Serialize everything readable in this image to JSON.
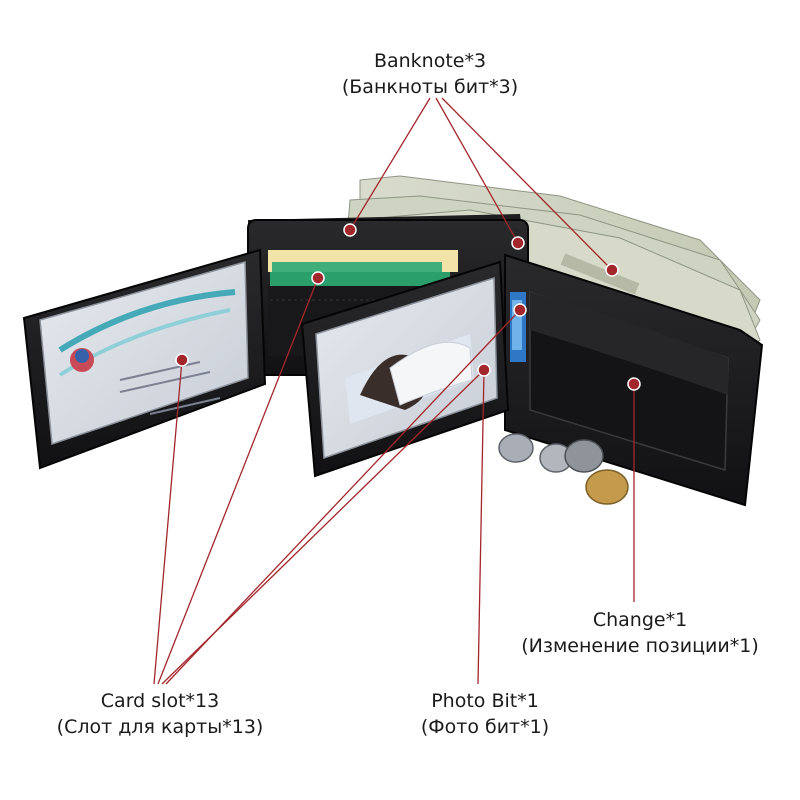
{
  "colors": {
    "leader_line": "#a3262a",
    "marker_dot": "#a3262a",
    "wallet_leather": "#1c1c1e",
    "text": "#1b1b1b"
  },
  "callouts": {
    "banknote": {
      "label": "Banknote*3",
      "label_ru": "(Банкноты бит*3)"
    },
    "change": {
      "label": "Change*1",
      "label_ru": "(Изменение позиции*1)"
    },
    "card_slot": {
      "label": "Card slot*13",
      "label_ru": "(Слот для карты*13)"
    },
    "photo": {
      "label": "Photo Bit*1",
      "label_ru": "(Фото бит*1)"
    }
  }
}
